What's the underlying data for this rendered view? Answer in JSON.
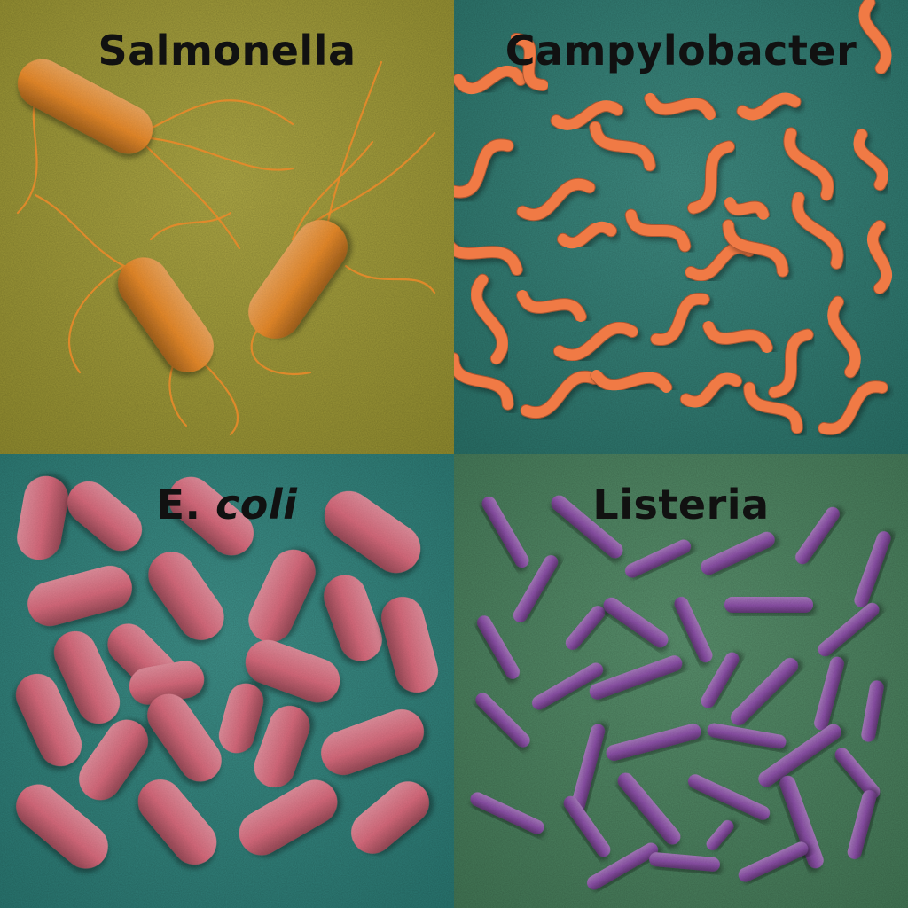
{
  "panels": [
    {
      "id": "salmonella",
      "label": "Salmonella",
      "label_italic": "",
      "background": "#a9a336",
      "cell_color": "#e88a2a",
      "shape": "flagellated-rod"
    },
    {
      "id": "campylobacter",
      "label": "Campylobacter",
      "label_italic": "",
      "background": "#2f8378",
      "cell_color": "#f07a45",
      "shape": "curved-spiral"
    },
    {
      "id": "ecoli",
      "label": "E. ",
      "label_italic": "coli",
      "background": "#2f8a82",
      "cell_color": "#d76a7c",
      "shape": "rod"
    },
    {
      "id": "listeria",
      "label": "Listeria",
      "label_italic": "",
      "background": "#4d8a63",
      "cell_color": "#8a4fa6",
      "shape": "slender-rod"
    }
  ]
}
